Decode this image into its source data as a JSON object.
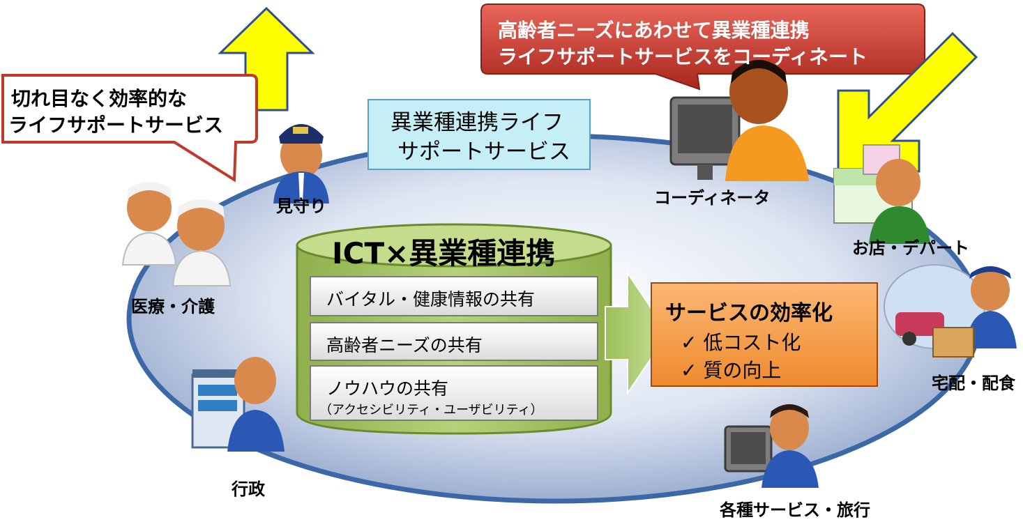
{
  "top_balloon": {
    "lines": [
      "高齢者ニーズにあわせて異業種連携",
      "ライフサポートサービスをコーディネート"
    ]
  },
  "left_balloon": {
    "lines": [
      "切れ目なく効率的な",
      "ライフサポートサービス"
    ]
  },
  "service_box": {
    "lines": [
      "異業種連携ライフ",
      "サポートサービス"
    ]
  },
  "cylinder": {
    "title": "ICT×異業種連携",
    "items": [
      {
        "label": "バイタル・健康情報の共有"
      },
      {
        "label": "高齢者ニーズの共有"
      },
      {
        "label": "ノウハウの共有",
        "sub": "（アクセシビリティ・ユーザビリティ）"
      }
    ]
  },
  "result_box": {
    "title": "サービスの効率化",
    "items": [
      "✓  低コスト化",
      "✓  質の向上"
    ]
  },
  "actors": {
    "mimamori": "見守り",
    "coordinator": "コーディネータ",
    "shop": "お店・デパート",
    "delivery": "宅配・配食",
    "medical": "医療・介護",
    "gov": "行政",
    "travel": "各種サービス・旅行"
  },
  "colors": {
    "ellipse_center": "#f2f5fb",
    "ellipse_edge": "#8a9fc6",
    "ellipse_border": "#3d68a8",
    "arrow_yellow": "#ffff00",
    "balloon_red": "#c0392b",
    "cylinder_green": "#a7c46b",
    "result_orange": "#f4a24d",
    "service_box": "#c6eef7"
  }
}
